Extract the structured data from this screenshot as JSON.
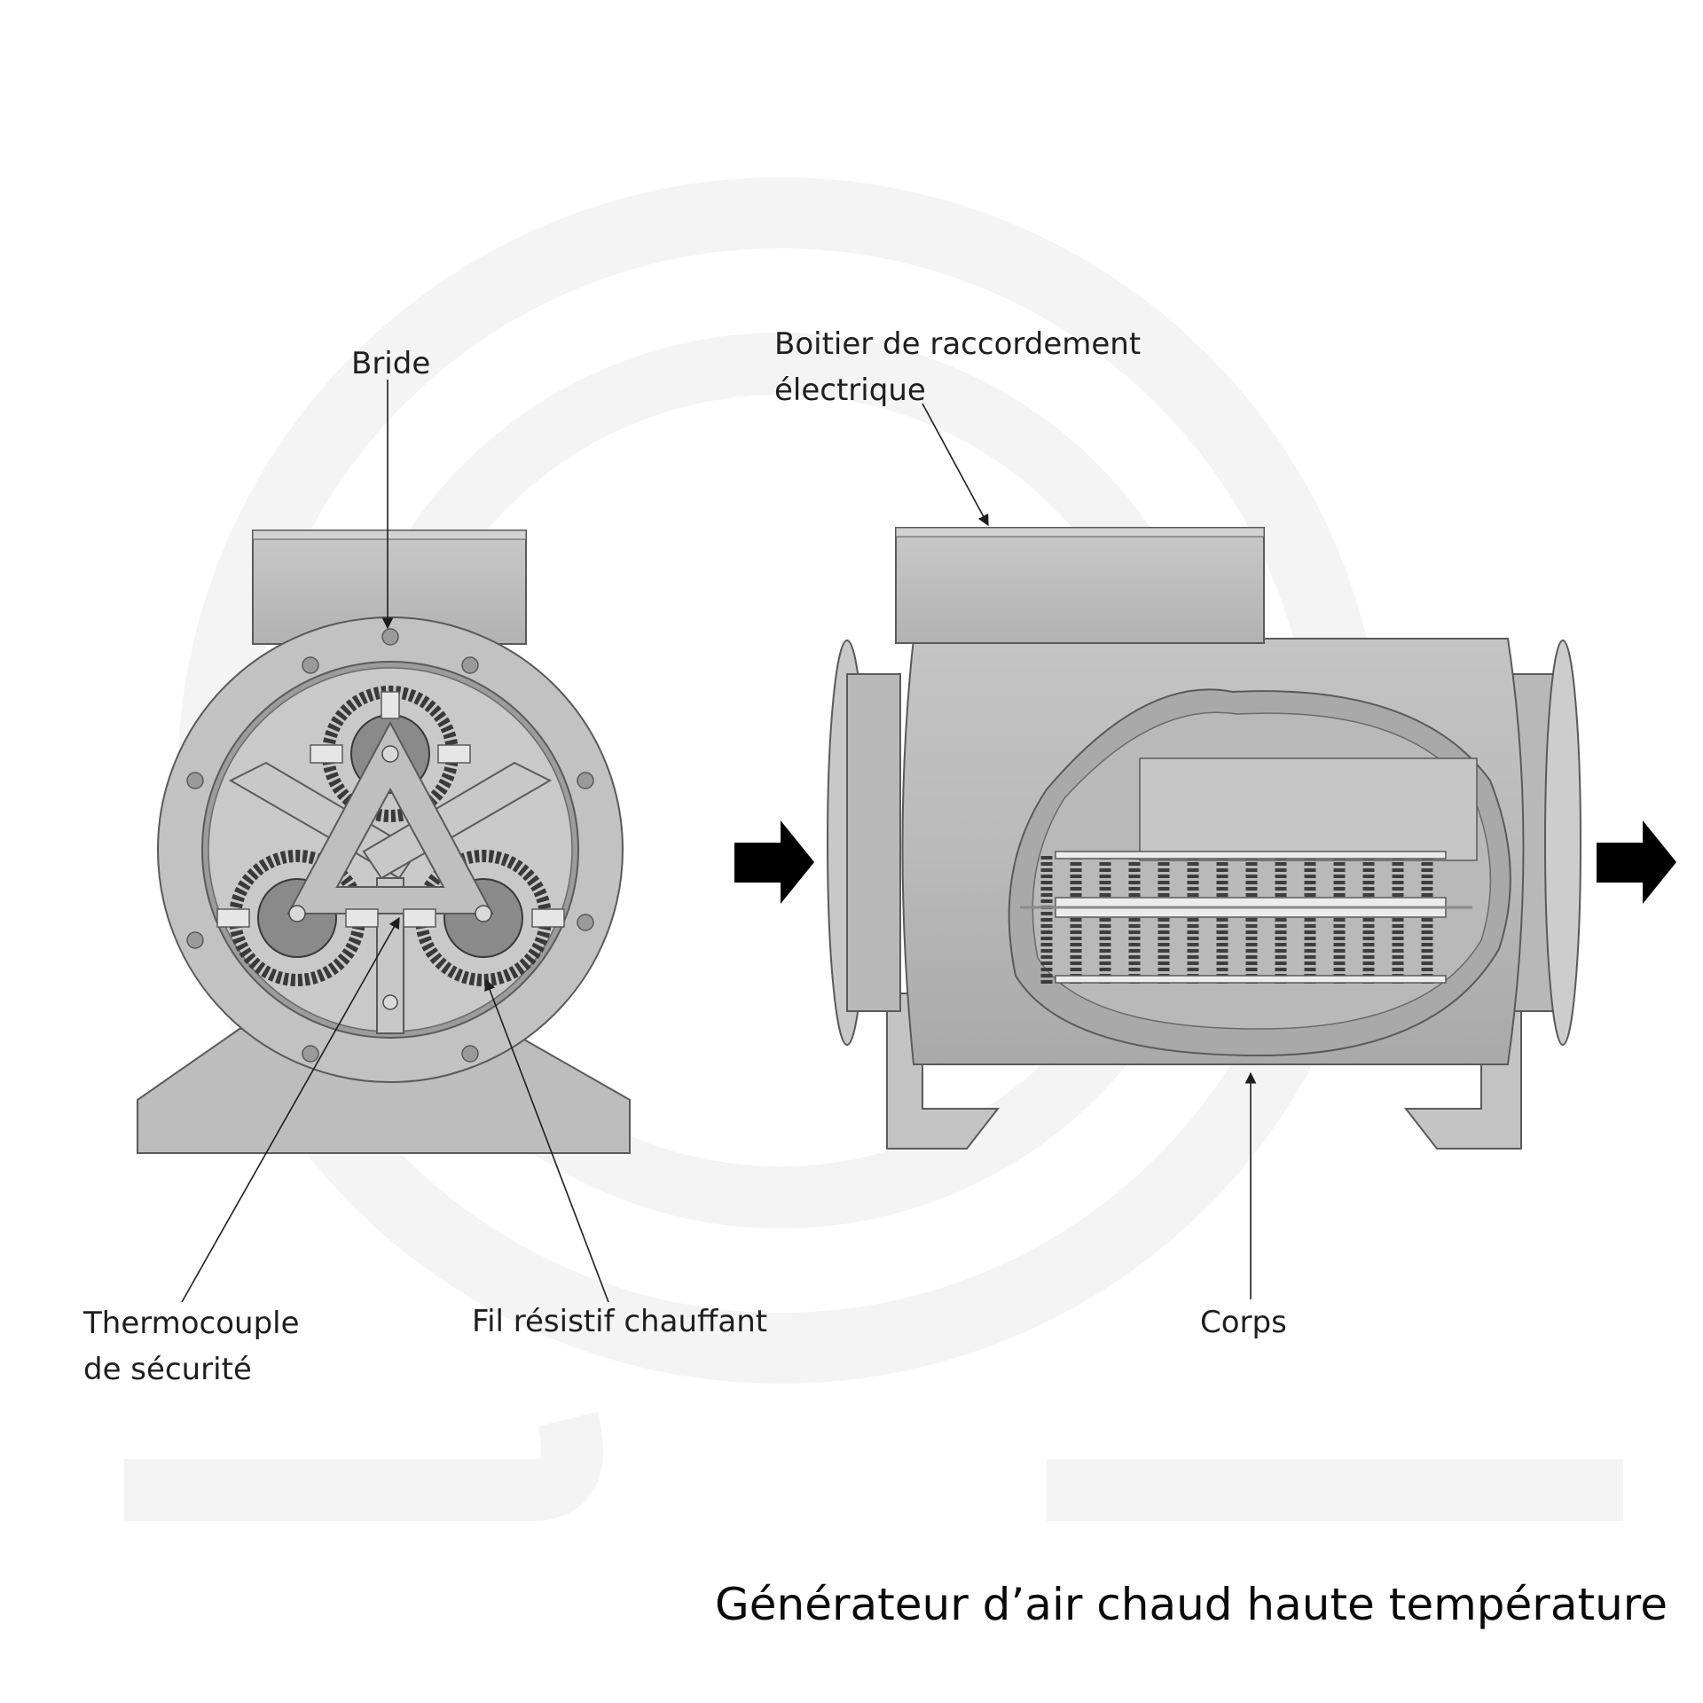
{
  "diagram": {
    "title": "Générateur d’air chaud haute température",
    "labels": {
      "bride": "Bride",
      "boitier_line1": "Boitier de raccordement",
      "boitier_line2": "électrique",
      "thermocouple_line1": "Thermocouple",
      "thermocouple_line2": "de sécurité",
      "fil": "Fil résistif chauffant",
      "corps": "Corps"
    },
    "colors": {
      "body": "#bdbdbd",
      "outline": "#5a5a5a",
      "arrow": "#000000",
      "watermark": "#f3f3f3"
    }
  }
}
